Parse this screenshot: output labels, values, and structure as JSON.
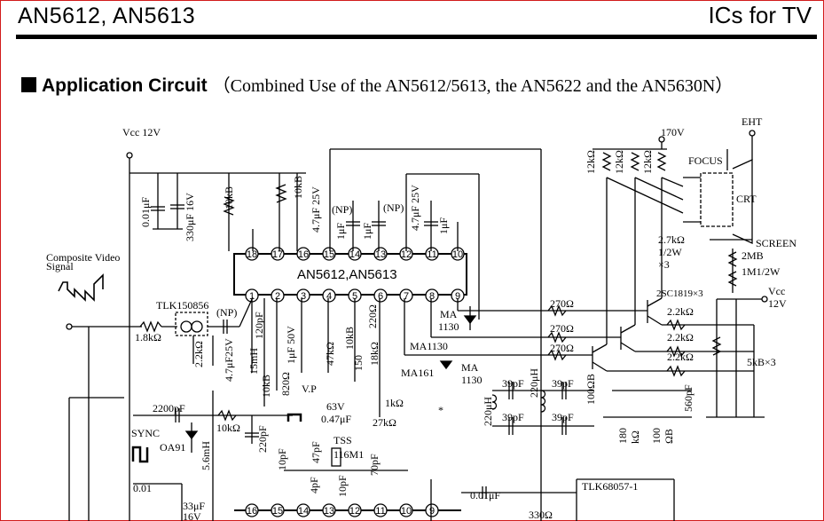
{
  "header": {
    "title": "AN5612, AN5613",
    "category": "ICs for TV"
  },
  "section": {
    "title": "Application Circuit",
    "subtitle": "（Combined Use of the AN5612/5613, the AN5622 and the AN5630N）"
  },
  "schematic": {
    "ic_main": "AN5612,AN5613",
    "ic_top_pins": [
      "18",
      "17",
      "16",
      "15",
      "14",
      "13",
      "12",
      "11",
      "10"
    ],
    "ic_bottom_pins": [
      "1",
      "2",
      "3",
      "4",
      "5",
      "6",
      "7",
      "8",
      "9"
    ],
    "ic_lower_pins": [
      "16",
      "15",
      "14",
      "13",
      "12",
      "11",
      "10",
      "9"
    ],
    "labels": {
      "vcc_left": "Vcc 12V",
      "vcc_right": "Vcc",
      "vcc_right_v": "12V",
      "v170": "170V",
      "eht": "EHT",
      "focus": "FOCUS",
      "crt": "CRT",
      "screen": "SCREEN",
      "composite": "Composite Video",
      "signal": "Signal",
      "tlk1": "TLK150856",
      "tlk2": "TLK68057-1",
      "np": "(NP)",
      "sync": "SYNC",
      "oa91": "OA91",
      "tss": "TSS",
      "tss_part": "116M1",
      "vp": "V.P",
      "v63": "63V",
      "ma1130": "MA1130",
      "ma161": "MA161",
      "ma": "MA",
      "n1130": "1130",
      "transistor": "2SC1819×3",
      "times3": "×3",
      "star": "*"
    },
    "values": {
      "c001": "0.01μF",
      "c330": "330μF 16V",
      "r10kb": "10kB",
      "r10kb2": "10kB",
      "c47_25": "4.7μF 25V",
      "c1u": "1μF",
      "r18k": "1.8kΩ",
      "r22k": "2.2kΩ",
      "c47_25b": "4.7μF25V",
      "c120p": "120pF",
      "r15m": "15mH",
      "c1_50": "1μF 50V",
      "r47k": "47kΩ",
      "r10kb3": "10kB",
      "r820": "820Ω",
      "r220": "220Ω",
      "r18k_2": "18kΩ",
      "r150": "150",
      "r1k": "1kΩ",
      "c047": "0.47μF",
      "r27k": "27kΩ",
      "c2200": "2200pF",
      "r10k": "10kΩ",
      "c220p": "220pF",
      "l56": "5.6mH",
      "c10p": "10pF",
      "c47p": "47pF",
      "c4p": "4pF",
      "c70p": "70pF",
      "c10p2": "10pF",
      "c001b": "0.01μF",
      "c0_01": "0.01",
      "c33": "33μF",
      "v16": "16V",
      "r12k": "12kΩ",
      "r27k_w": "2.7kΩ",
      "w12": "1/2W",
      "r2mb": "2MB",
      "r1m": "1M1/2W",
      "r270": "270Ω",
      "c39p": "39pF",
      "l220": "220μH",
      "r100b": "100ΩB",
      "r180": "180",
      "kohm": "kΩ",
      "r100": "100",
      "ohmb": "ΩB",
      "c560": "560pF",
      "r5kb": "5kB×3",
      "r330": "330Ω",
      "r2_2k": "2.2kΩ"
    }
  }
}
